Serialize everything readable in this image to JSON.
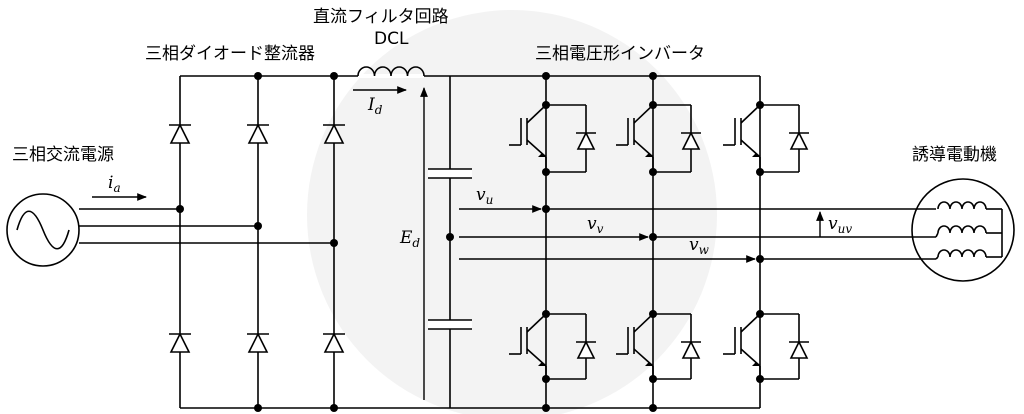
{
  "labels": {
    "source": "三相交流電源",
    "rectifier": "三相ダイオード整流器",
    "filter": "直流フィルタ回路",
    "dcl": "DCL",
    "inverter": "三相電圧形インバータ",
    "motor": "誘導電動機"
  },
  "symbols": {
    "ia": {
      "main": "i",
      "sub": "a"
    },
    "Id": {
      "main": "I",
      "sub": "d"
    },
    "Ed": {
      "main": "E",
      "sub": "d"
    },
    "vu": {
      "main": "v",
      "sub": "u"
    },
    "vv": {
      "main": "v",
      "sub": "v"
    },
    "vw": {
      "main": "v",
      "sub": "w"
    },
    "vuv": {
      "main": "v",
      "sub": "uv"
    }
  }
}
